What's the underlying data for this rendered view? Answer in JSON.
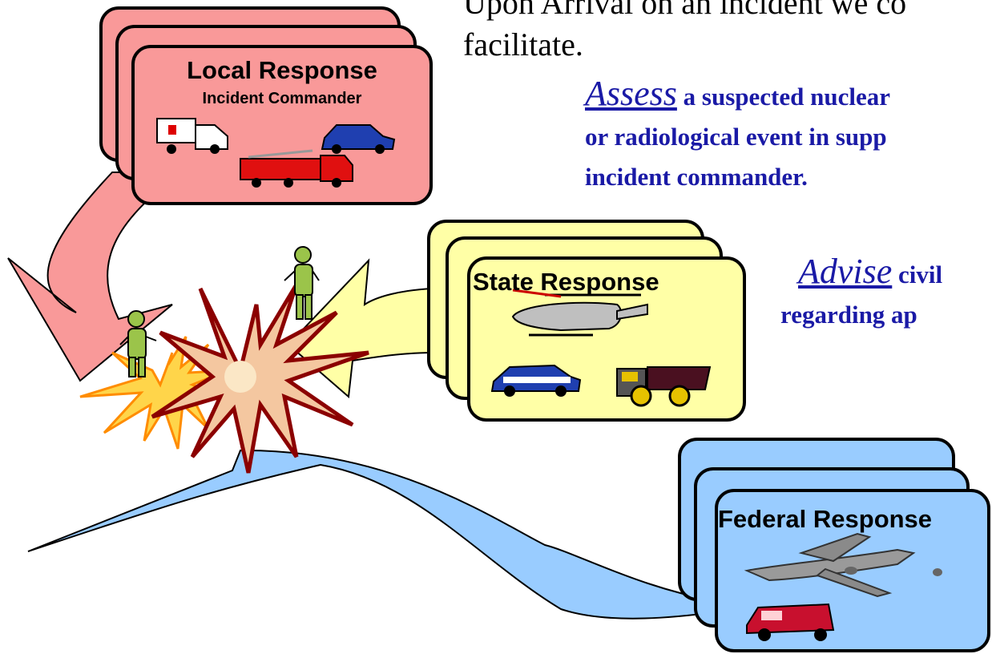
{
  "intro": {
    "line1": "Upon Arrival on an incident we co",
    "line2": "facilitate."
  },
  "assess": {
    "keyword": "Assess",
    "line1": "a suspected nuclear",
    "line2": "or radiological event in supp",
    "line3": "incident commander."
  },
  "advise": {
    "keyword": "Advise",
    "line1": "civil",
    "line2": "regarding ap"
  },
  "local": {
    "title": "Local Response",
    "subtitle": "Incident Commander",
    "color": "#f99999",
    "icons": [
      "ambulance-icon",
      "police-car-icon",
      "fire-truck-icon"
    ]
  },
  "state": {
    "title": "State Response",
    "color": "#ffffa6",
    "icons": [
      "helicopter-icon",
      "police-car-icon",
      "dump-truck-icon"
    ]
  },
  "federal": {
    "title": "Federal Response",
    "color": "#99ccff",
    "icons": [
      "cargo-plane-icon",
      "van-icon"
    ]
  },
  "scene": {
    "icons": [
      "explosion-icon",
      "hazmat-responder-icon"
    ]
  }
}
